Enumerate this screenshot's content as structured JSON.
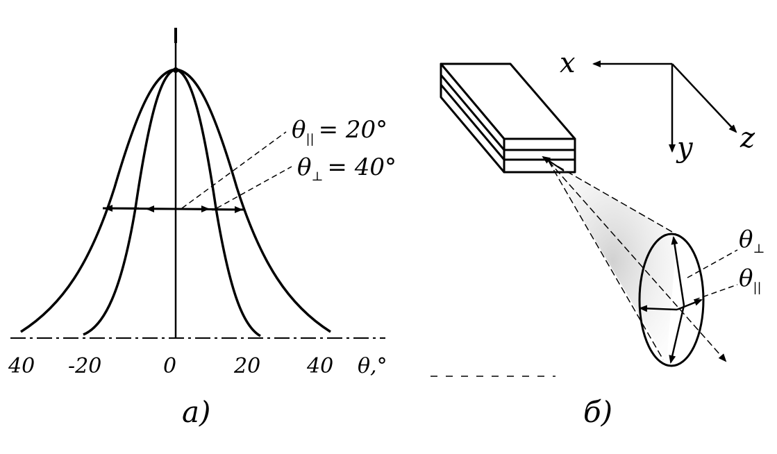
{
  "panel_a": {
    "tick_labels": [
      "40",
      "-20",
      "0",
      "20",
      "40",
      "θ,°"
    ],
    "annotation_parallel": {
      "symbol": "θ",
      "sub": "||",
      "value": "= 20°"
    },
    "annotation_perp": {
      "symbol": "θ",
      "sub": "⊥",
      "value": "= 40°"
    },
    "caption": "a)"
  },
  "panel_b": {
    "axis_x": "x",
    "axis_y": "y",
    "axis_z": "z",
    "label_perp": {
      "symbol": "θ",
      "sub": "⊥"
    },
    "label_parallel": {
      "symbol": "θ",
      "sub": "||"
    },
    "caption": "б)"
  }
}
